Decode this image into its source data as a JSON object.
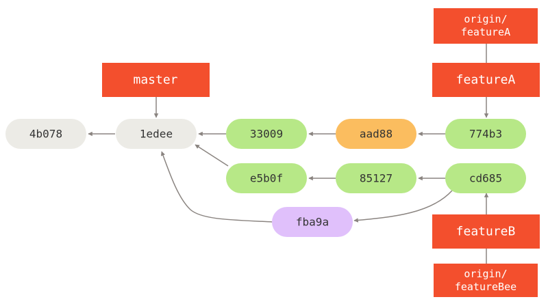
{
  "colors": {
    "branch": "#f34f2d",
    "branch_text": "#ffffff",
    "commit_gray": "#ecebe6",
    "commit_green": "#b7e887",
    "commit_orange": "#fbbd5f",
    "commit_purple": "#e0c0fb",
    "commit_text": "#333333",
    "arrow": "#8a8480"
  },
  "commits": {
    "c_4b078": "4b078",
    "c_1edee": "1edee",
    "c_33009": "33009",
    "c_aad88": "aad88",
    "c_774b3": "774b3",
    "c_e5b0f": "e5b0f",
    "c_85127": "85127",
    "c_cd685": "cd685",
    "c_fba9a": "fba9a"
  },
  "branches": {
    "master": "master",
    "featureA": "featureA",
    "featureB": "featureB",
    "origin_featureA": [
      "origin/",
      "featureA"
    ],
    "origin_featureBee": [
      "origin/",
      "featureBee"
    ]
  }
}
